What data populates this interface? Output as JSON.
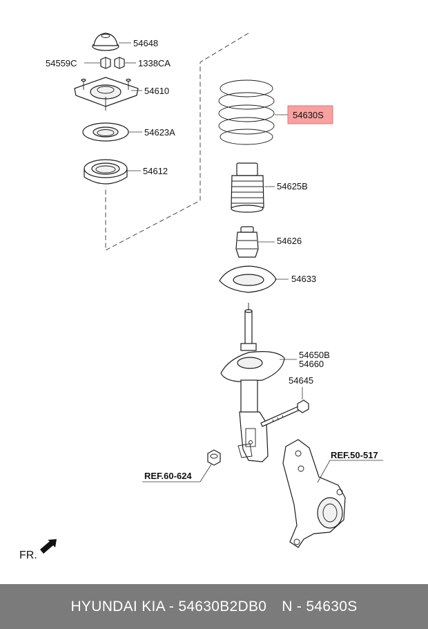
{
  "labels": {
    "p54648": "54648",
    "p54559C": "54559C",
    "p1338CA": "1338CA",
    "p54610": "54610",
    "p54623A": "54623A",
    "p54612": "54612",
    "p54630S": "54630S",
    "p54625B": "54625B",
    "p54626": "54626",
    "p54633": "54633",
    "p54650B": "54650B",
    "p54660": "54660",
    "p54645": "54645",
    "ref50517": "REF.50-517",
    "ref60624": "REF.60-624",
    "front": "FR."
  },
  "colors": {
    "highlight": "#f7a1a1",
    "highlight_border": "#e57373",
    "footer_bg": "#7b7b7b"
  },
  "footer": {
    "brand": "HYUNDAI  KIA - 54630B2DB0",
    "number": "N - 54630S"
  }
}
